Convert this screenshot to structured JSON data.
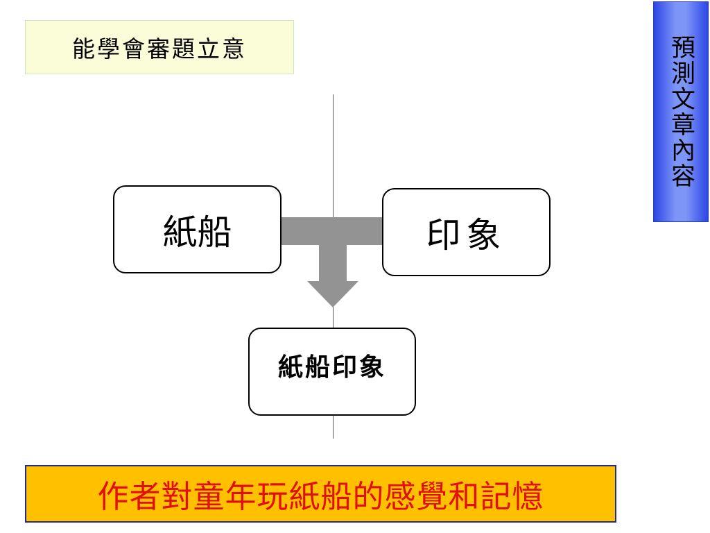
{
  "header": {
    "title": "能學會審題立意"
  },
  "side_label": {
    "text": "預測文章內容"
  },
  "diagram": {
    "node_left": "紙船",
    "node_right": "印象",
    "node_result": "紙船印象",
    "connector_color": "#939393"
  },
  "summary": {
    "text": "作者對童年玩紙船的感覺和記憶",
    "background": "#ffc000",
    "text_color": "#e01010"
  }
}
